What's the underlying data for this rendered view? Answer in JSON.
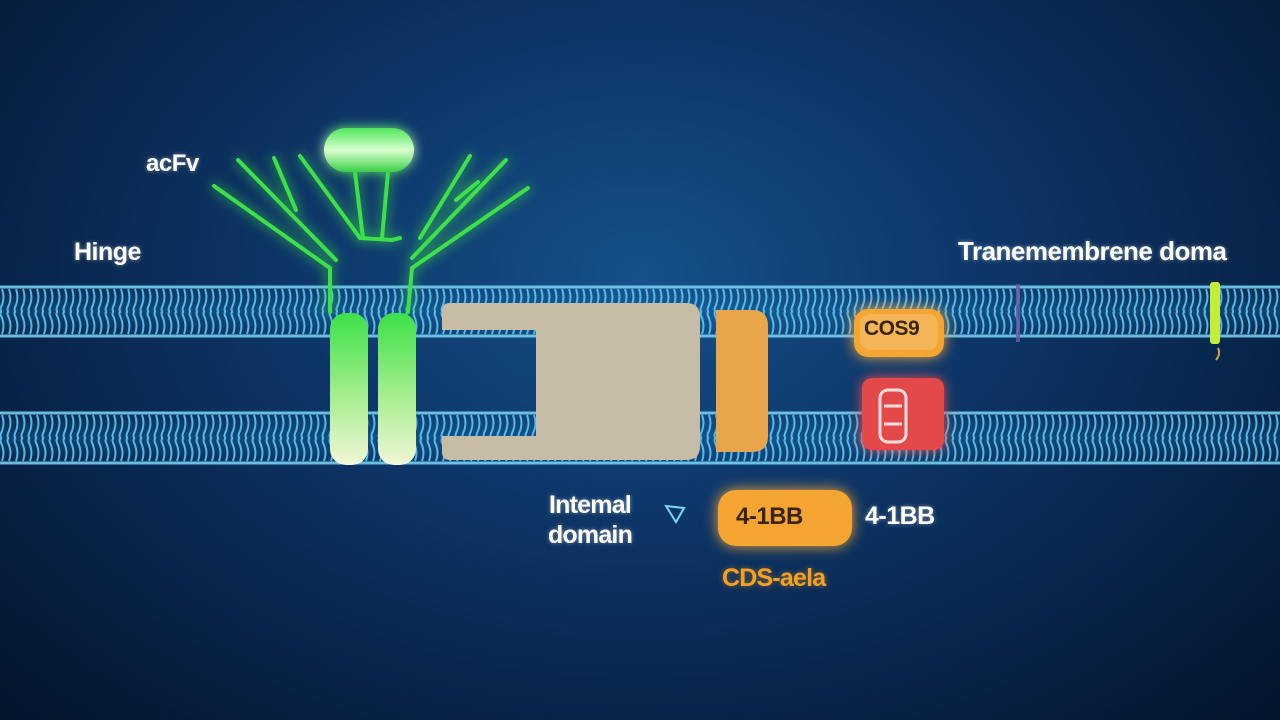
{
  "labels": {
    "scfv": "acFv",
    "hinge": "Hinge",
    "transmembrane": "Tranemembrene doma",
    "internal_domain": "Intemal domain",
    "costim_41bb": "4-1BB",
    "cd3": "CDS-aela"
  },
  "badges": {
    "cd28": "COS9",
    "box_41bb": "4-1BB"
  },
  "colors": {
    "background": "#0d3668",
    "membrane": "#5cc8f0",
    "receptor": "#3ce04a",
    "hinge_base": "#f2f7d8",
    "core_block": "#c7bca6",
    "orange_block": "#e8a54a",
    "badge_orange": "#f5a533",
    "badge_red": "#e44a4a"
  }
}
